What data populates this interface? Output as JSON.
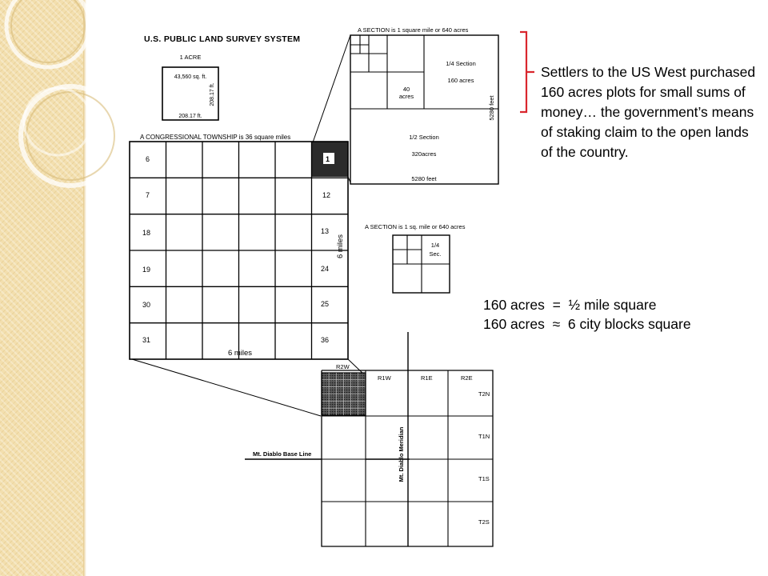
{
  "slide": {
    "caption": "Settlers to the US West purchased 160 acres plots for small sums of money… the government’s means of staking claim to the open lands of the country.",
    "equations": [
      "160 acres  =  ½ mile square",
      "160 acres  ≈  6 city blocks square"
    ],
    "accent_color": "#d9262e",
    "sidebar_color": "#f3dfae"
  },
  "figure": {
    "title": "U.S. PUBLIC LAND SURVEY SYSTEM",
    "acre": {
      "label": "1 ACRE",
      "area": "43,560 sq. ft.",
      "side_right": "208.17 ft.",
      "side_bottom": "208.17 ft."
    },
    "township": {
      "title": "A CONGRESSIONAL TOWNSHIP is 36 square miles",
      "section_numbers": [
        "6",
        "1",
        "7",
        "12",
        "18",
        "13",
        "19",
        "24",
        "30",
        "25",
        "31",
        "36"
      ],
      "width_label": "6 miles",
      "height_label": "6 miles"
    },
    "section_detail": {
      "title": "A SECTION is 1 square mile or 640 acres",
      "quarter_label_1": "1/4 Section",
      "quarter_label_2": "160 acres",
      "forty_label_1": "40",
      "forty_label_2": "acres",
      "half_label_1": "1/2 Section",
      "half_label_2": "320acres",
      "bottom_label": "5280 feet",
      "side_label": "5280 feet"
    },
    "section_small": {
      "title": "A SECTION is 1 sq. mile or 640 acres",
      "quarter_label_1": "1/4",
      "quarter_label_2": "Sec."
    },
    "ranges": {
      "ranges": [
        "R2W",
        "R1W",
        "R1E",
        "R2E"
      ],
      "townships": [
        "T2N",
        "T1N",
        "T1S",
        "T2S"
      ],
      "base_line": "Mt. Diablo Base Line",
      "meridian": "Mt. Diablo Meridian"
    }
  }
}
